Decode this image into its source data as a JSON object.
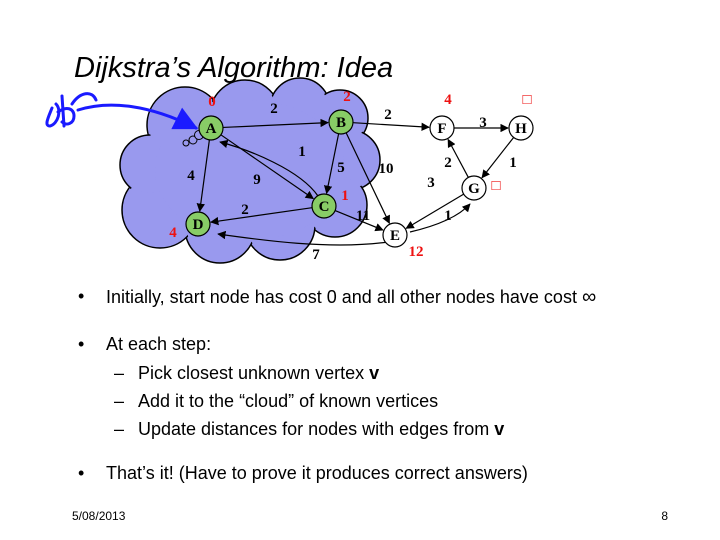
{
  "title": "Dijkstra’s Algorithm: Idea",
  "graph": {
    "nodes": [
      {
        "id": "A",
        "label": "A",
        "cost": "0",
        "known": true
      },
      {
        "id": "B",
        "label": "B",
        "cost": "2",
        "known": true
      },
      {
        "id": "C",
        "label": "C",
        "cost": "1",
        "known": true
      },
      {
        "id": "D",
        "label": "D",
        "cost": "4",
        "known": true
      },
      {
        "id": "E",
        "label": "E",
        "cost": "12",
        "known": false
      },
      {
        "id": "F",
        "label": "F",
        "cost": "4",
        "known": false
      },
      {
        "id": "G",
        "label": "G",
        "cost": "□",
        "known": false
      },
      {
        "id": "H",
        "label": "H",
        "cost": "□",
        "known": false
      }
    ],
    "edges": [
      {
        "from": "A",
        "to": "B",
        "weight": "2"
      },
      {
        "from": "A",
        "to": "C",
        "weight": "1"
      },
      {
        "from": "A",
        "to": "D",
        "weight": "4"
      },
      {
        "from": "C",
        "to": "A",
        "weight": "9"
      },
      {
        "from": "B",
        "to": "C",
        "weight": "5"
      },
      {
        "from": "B",
        "to": "E",
        "weight": "10"
      },
      {
        "from": "B",
        "to": "F",
        "weight": "2"
      },
      {
        "from": "C",
        "to": "D",
        "weight": "2"
      },
      {
        "from": "C",
        "to": "E",
        "weight": "11"
      },
      {
        "from": "E",
        "to": "D",
        "weight": "7"
      },
      {
        "from": "F",
        "to": "H",
        "weight": "3"
      },
      {
        "from": "H",
        "to": "G",
        "weight": "1"
      },
      {
        "from": "G",
        "to": "F",
        "weight": "2"
      },
      {
        "from": "G",
        "to": "E",
        "weight": "3"
      },
      {
        "from": "E",
        "to": "G",
        "weight": "1"
      }
    ]
  },
  "bullets": {
    "b1": {
      "marker": "•",
      "text": "Initially, start node has cost 0 and all other nodes have cost",
      "symbol": "∞"
    },
    "b2": {
      "marker": "•",
      "text": "At each step:"
    },
    "sub1": {
      "marker": "–",
      "text": "Pick closest unknown vertex",
      "bold": "v"
    },
    "sub2": {
      "marker": "–",
      "text": "Add it to the “cloud” of known vertices"
    },
    "sub3": {
      "marker": "–",
      "text": "Update distances for nodes with edges from",
      "bold": "v"
    },
    "b3": {
      "marker": "•",
      "text": "That’s it!  (Have to prove it produces correct answers)"
    }
  },
  "footer": {
    "date": "5/08/2013",
    "page": "8"
  },
  "colors": {
    "cloud": "#9999ee",
    "known_node": "#88cc66",
    "unknown_node": "#ffffff",
    "cost": "#ee1111",
    "ink": "#1a1aff"
  }
}
